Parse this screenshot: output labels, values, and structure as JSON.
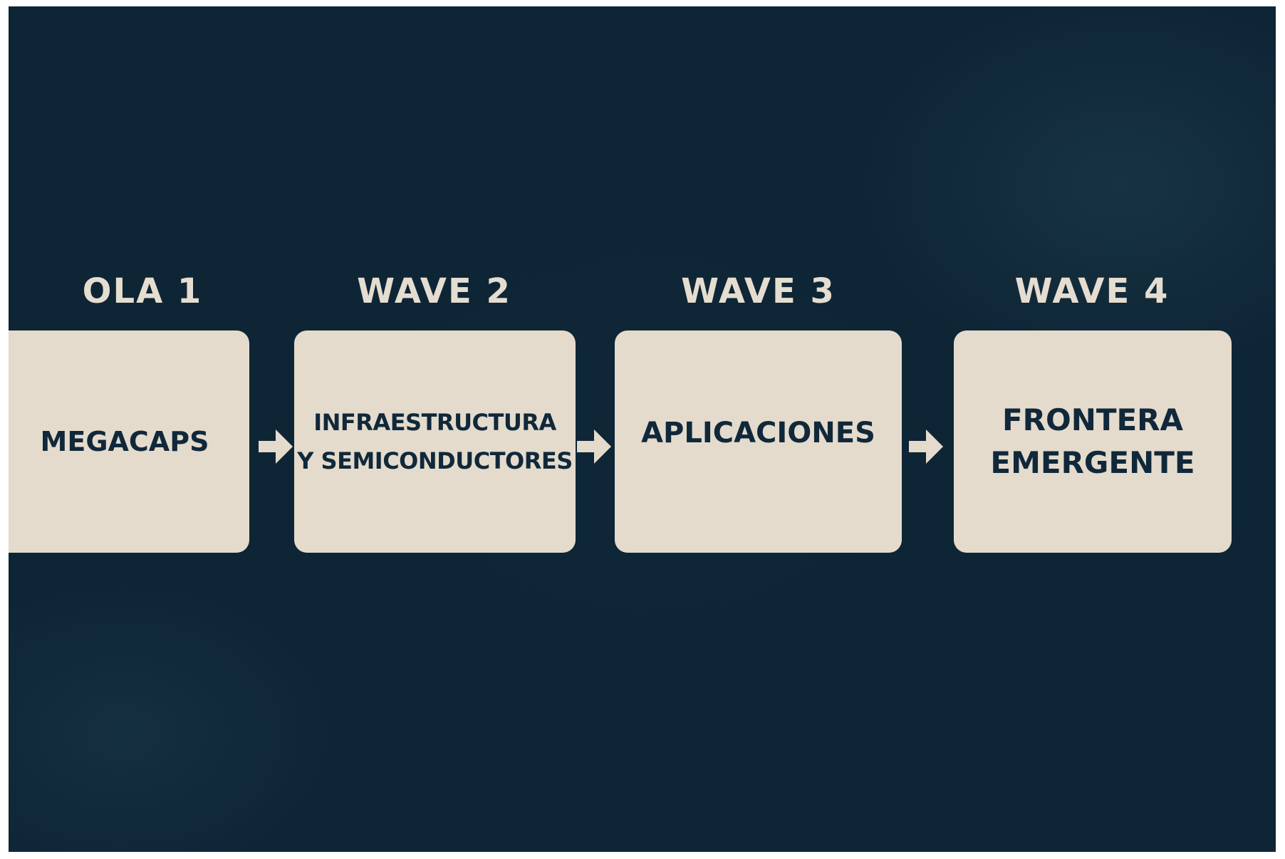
{
  "diagram": {
    "stages": [
      {
        "label": "OLA 1",
        "text": "MEGACAPS"
      },
      {
        "label": "WAVE 2",
        "text": "INFRAESTRUCTURA\nY SEMICONDUCTORES"
      },
      {
        "label": "WAVE 3",
        "text": "APLICACIONES"
      },
      {
        "label": "WAVE 4",
        "text": "FRONTERA\nEMERGENTE"
      }
    ],
    "colors": {
      "background": "#0e2536",
      "card": "#e4dbcd",
      "card_text": "#10283a",
      "label_text": "#e5ddd0",
      "arrow": "#e4dbcd"
    },
    "connector_icon": "right-arrow-icon"
  }
}
